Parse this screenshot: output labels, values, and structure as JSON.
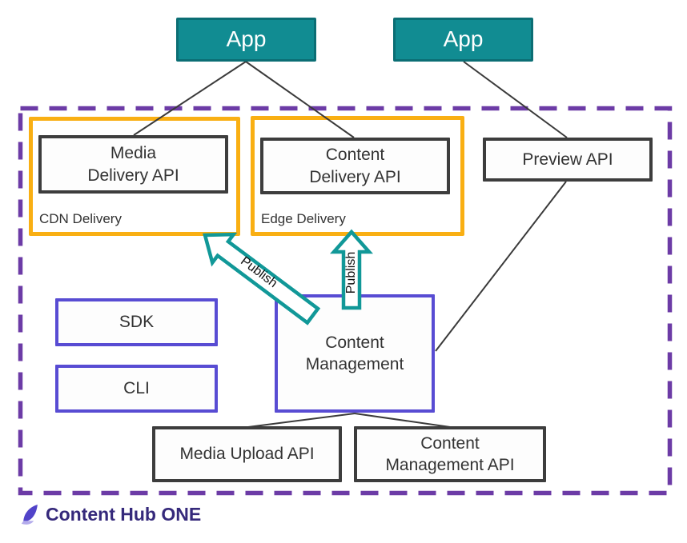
{
  "apps": [
    {
      "label": "App"
    },
    {
      "label": "App"
    }
  ],
  "delivery_groups": [
    {
      "name": "CDN Delivery",
      "api_label": "Media\nDelivery API"
    },
    {
      "name": "Edge Delivery",
      "api_label": "Content\nDelivery API"
    }
  ],
  "preview_api": {
    "label": "Preview API"
  },
  "tools": [
    {
      "label": "SDK"
    },
    {
      "label": "CLI"
    }
  ],
  "content_management": {
    "label": "Content\nManagement"
  },
  "management_apis": [
    {
      "label": "Media Upload API"
    },
    {
      "label": "Content\nManagement API"
    }
  ],
  "publish_arrows": [
    {
      "label": "Publish",
      "from": "Content Management",
      "to": "CDN Delivery"
    },
    {
      "label": "Publish",
      "from": "Content Management",
      "to": "Edge Delivery"
    }
  ],
  "footer": {
    "brand": "Content Hub ONE"
  },
  "colors": {
    "app_fill": "#118C92",
    "app_border": "#0B6E74",
    "group_border_orange": "#F9AF13",
    "api_box_border": "#3D3D3D",
    "purple_box_border": "#584CD3",
    "boundary_dashed_purple": "#6C3BA6",
    "publish_arrow_teal": "#119898",
    "connector_line": "#3A3A3A",
    "text": "#333333",
    "brand_text": "#35297B"
  }
}
